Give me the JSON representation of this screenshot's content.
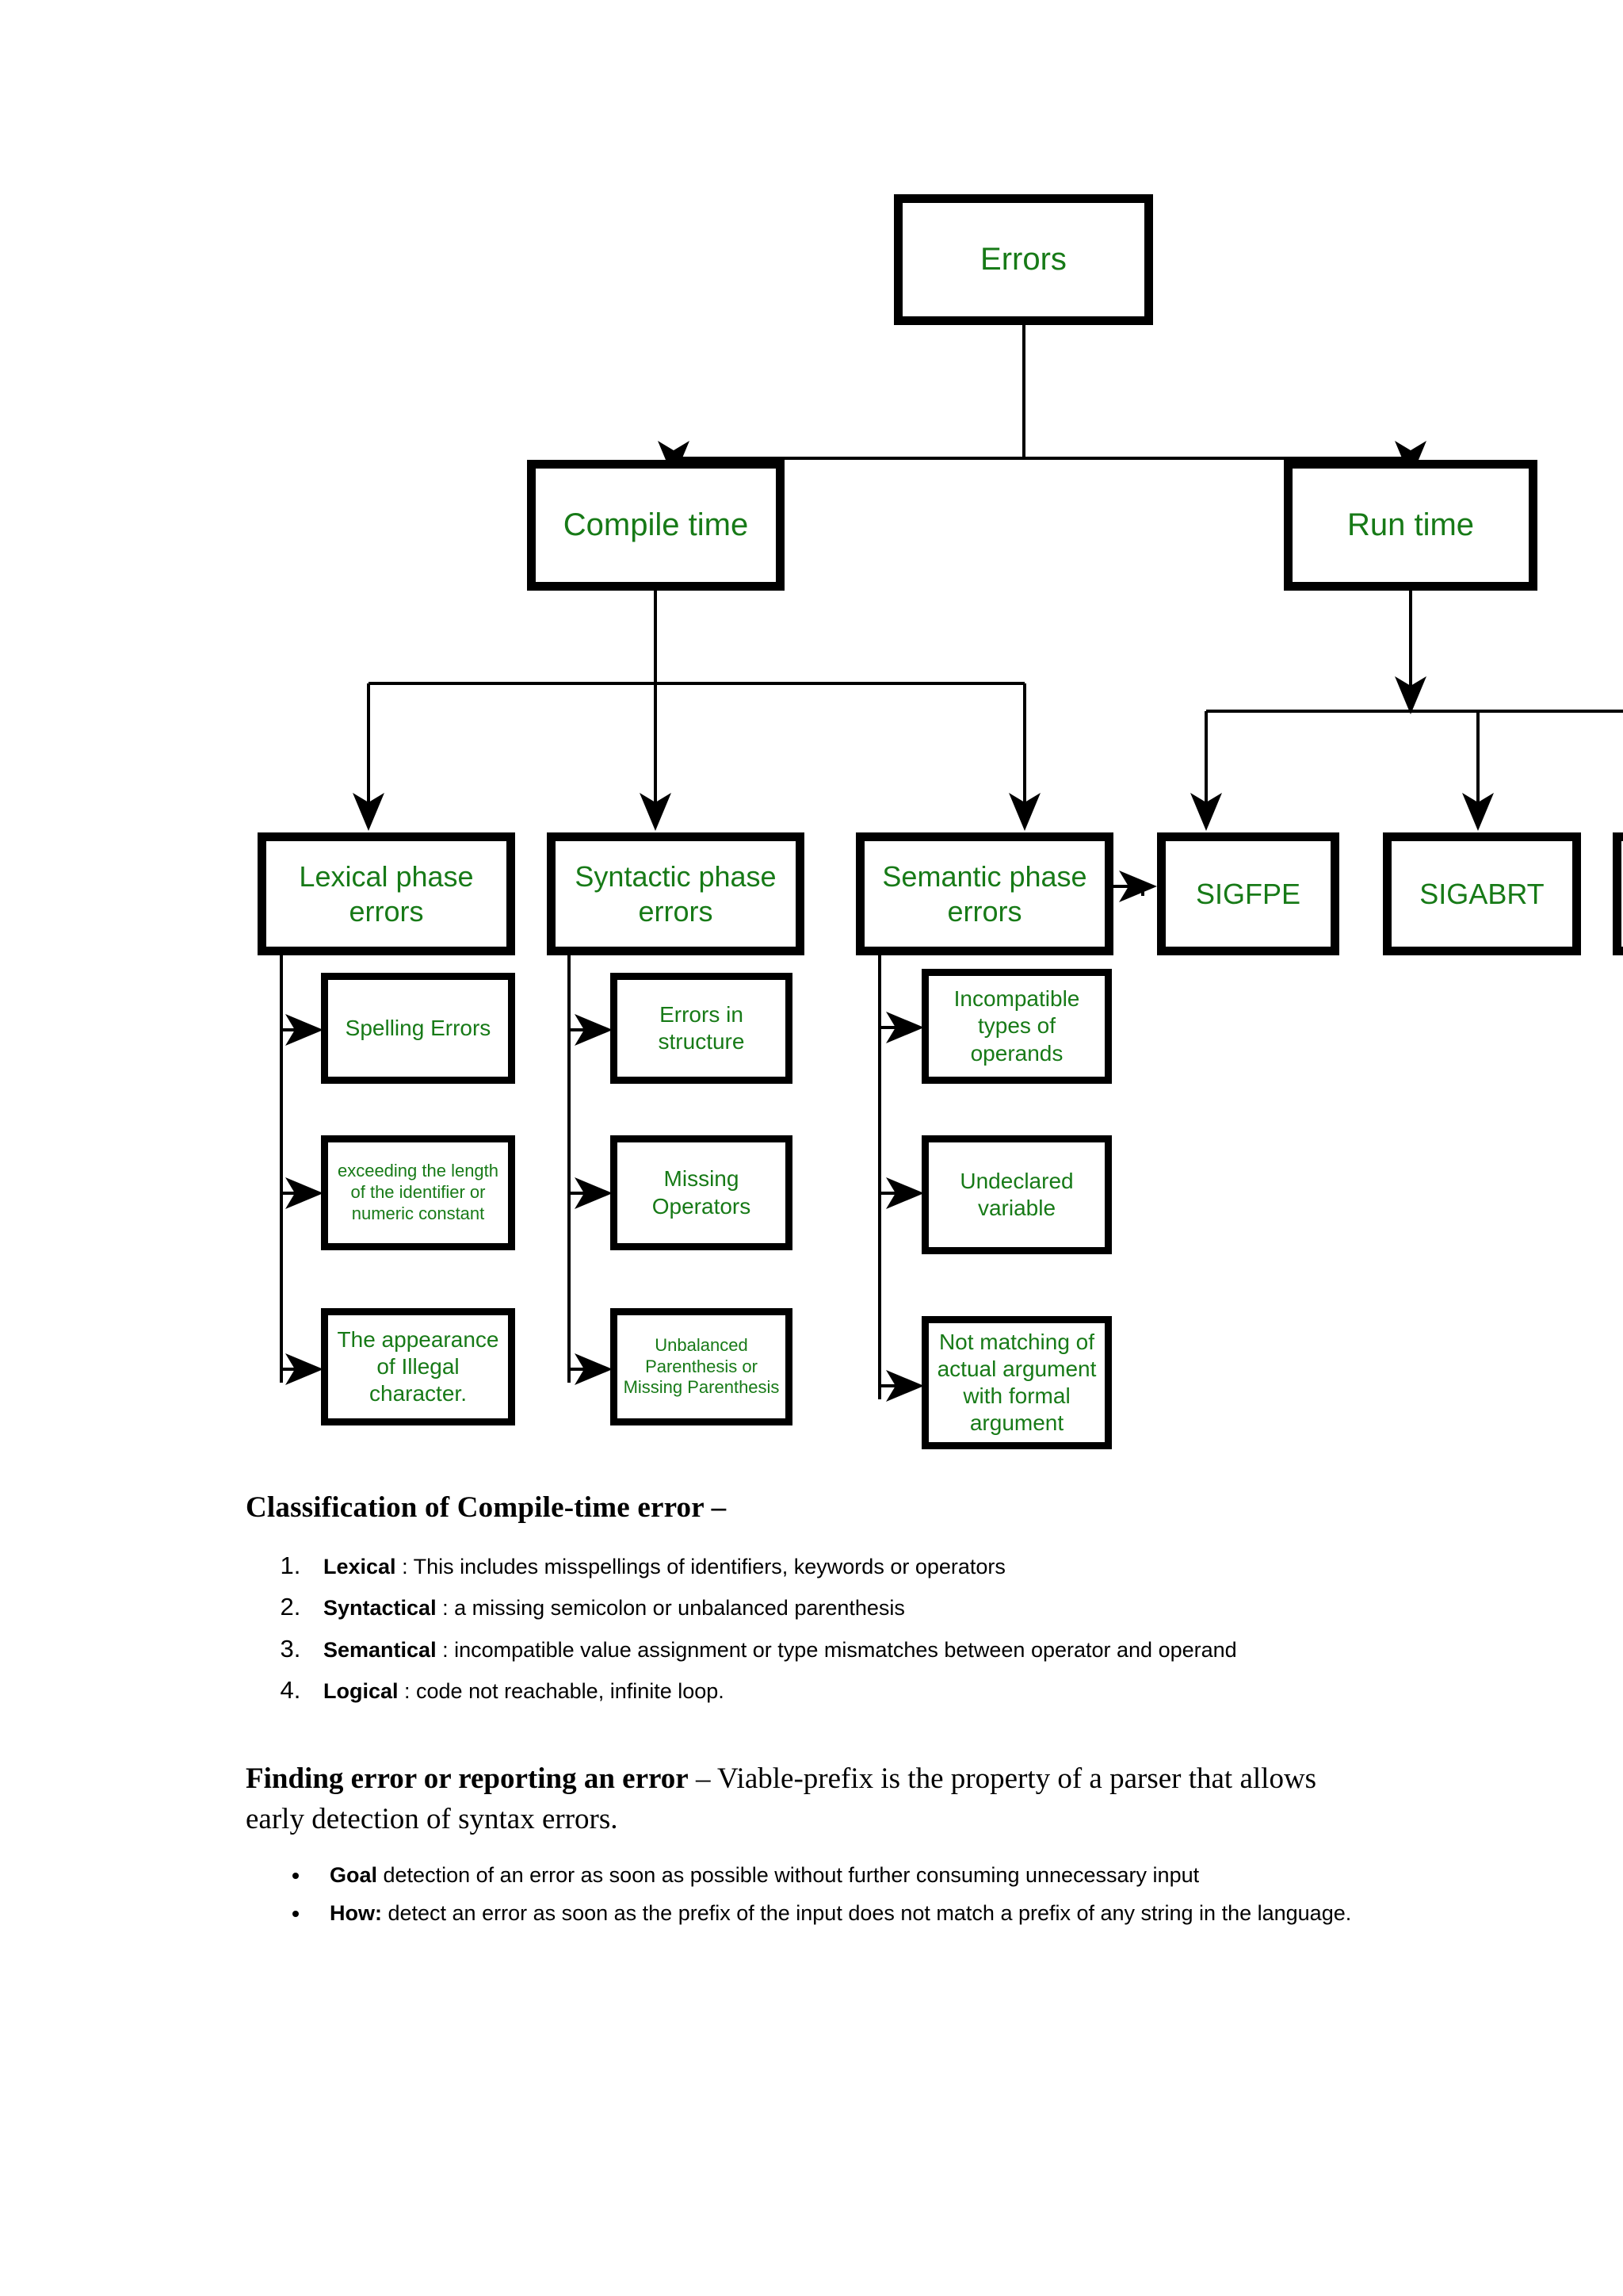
{
  "document": {
    "title": "Errors classification diagram and compile-time error notes"
  },
  "diagram": {
    "type": "tree",
    "accent_color": "#177a17",
    "line_color": "#000000",
    "nodes": {
      "root": "Errors",
      "level2": [
        "Compile time",
        "Run time"
      ],
      "compile_children": [
        "Lexical phase errors",
        "Syntactic phase errors",
        "Semantic phase errors"
      ],
      "run_children": [
        "SIGFPE",
        "SIGABRT"
      ],
      "lexical_items": [
        "Spelling Errors",
        "exceeding the length of the identifier or numeric constant",
        "The appearance of Illegal character."
      ],
      "syntactic_items": [
        "Errors in structure",
        "Missing Operators",
        "Unbalanced Parenthesis or Missing Parenthesis"
      ],
      "semantic_items": [
        "Incompatible types of operands",
        "Undeclared variable",
        "Not matching of actual argument with formal argument"
      ]
    },
    "labels": {
      "root": "Errors",
      "compile_time": "Compile time",
      "run_time": "Run time",
      "lexical_phase": "Lexical phase errors",
      "syntactic_phase": "Syntactic phase errors",
      "semantic_phase": "Semantic phase errors",
      "sigfpe": "SIGFPE",
      "sigabrt": "SIGABRT",
      "spelling_errors": "Spelling Errors",
      "exceeding_length": "exceeding the length of the identifier or numeric constant",
      "illegal_character": "The appearance of Illegal character.",
      "errors_in_structure": "Errors in structure",
      "missing_operators": "Missing Operators",
      "unbalanced_parenthesis": "Unbalanced Parenthesis or Missing Parenthesis",
      "incompatible_types": "Incompatible types of operands",
      "undeclared_variable": "Undeclared variable",
      "not_matching_argument": "Not matching of actual argument with formal argument"
    }
  },
  "content": {
    "classification_heading": "Classification of Compile-time error –",
    "classification_items": [
      {
        "term": "Lexical",
        "rest": " : This includes misspellings of identifiers, keywords or operators"
      },
      {
        "term": "Syntactical",
        "rest": " : a missing semicolon or unbalanced parenthesis"
      },
      {
        "term": "Semantical",
        "rest": " : incompatible value assignment or type mismatches between operator and operand"
      },
      {
        "term": "Logical",
        "rest": " : code not reachable, infinite loop."
      }
    ],
    "finding_error_lead": "Finding error or reporting an error",
    "finding_error_rest": " – Viable-prefix is the property of a parser that allows early detection of syntax errors.",
    "bullets": [
      {
        "term": "Goal",
        "rest": " detection of an error as soon as possible without further consuming unnecessary input"
      },
      {
        "term": "How:",
        "rest": " detect an error as soon as the prefix of the input does not match a prefix of any string in the language."
      }
    ]
  }
}
